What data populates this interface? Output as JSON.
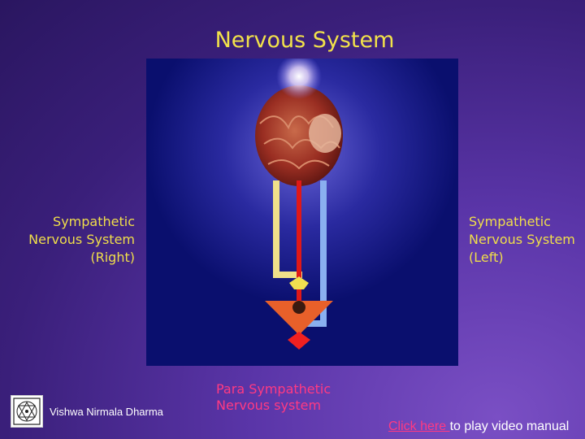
{
  "slide": {
    "title": "Nervous System"
  },
  "labels": {
    "right": [
      "Sympathetic",
      "Nervous System",
      "(Right)"
    ],
    "left": [
      "Sympathetic",
      "Nervous System",
      "(Left)"
    ],
    "para": [
      "Para Sympathetic",
      "Nervous system"
    ]
  },
  "footer": {
    "org": "Vishwa Nirmala Dharma",
    "link_text": "Click here ",
    "link_suffix": "to play video manual"
  },
  "colors": {
    "title": "#f2e24a",
    "label": "#f0de4a",
    "para": "#ff3a82",
    "link": "#ff3a82"
  },
  "icons": {
    "logo": "sri-yantra-logo-icon"
  }
}
